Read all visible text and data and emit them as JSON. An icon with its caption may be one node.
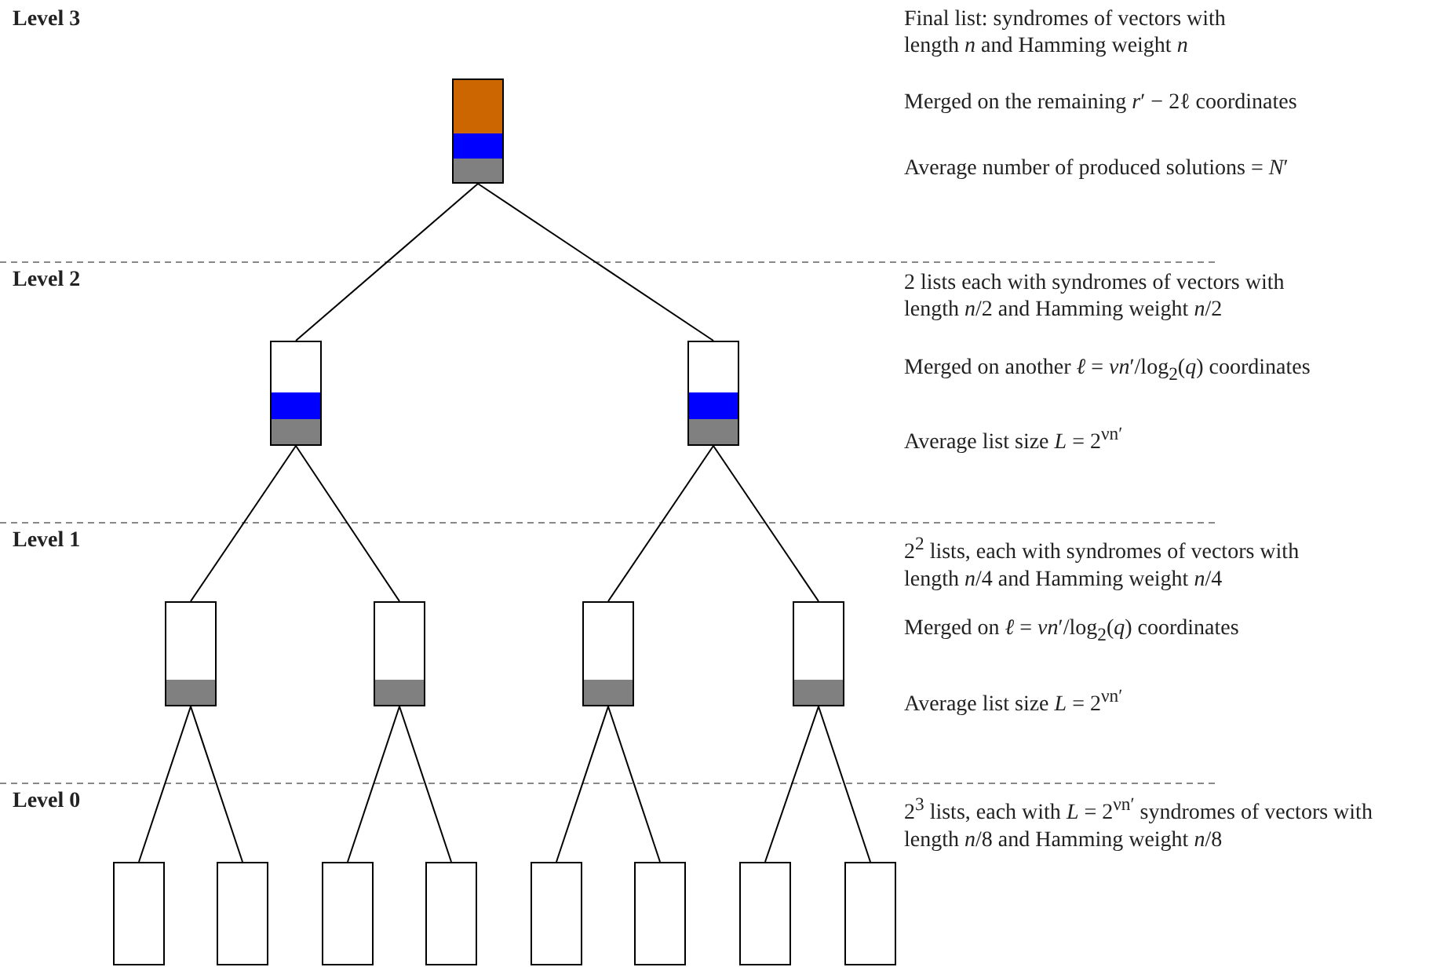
{
  "diagram": {
    "nodes": [
      {
        "text": [],
        "shape": "box"
      },
      {
        "text": [],
        "shape": "box"
      },
      {
        "text": [],
        "shape": "box"
      },
      {
        "text": [],
        "shape": "box"
      },
      {
        "text": [],
        "shape": "box"
      },
      {
        "text": [],
        "shape": "box"
      },
      {
        "text": [],
        "shape": "box"
      },
      {
        "text": [],
        "shape": "box"
      },
      {
        "text": [],
        "shape": "box"
      },
      {
        "text": [],
        "shape": "box"
      },
      {
        "text": [],
        "shape": "box"
      },
      {
        "text": [],
        "shape": "box"
      },
      {
        "text": [],
        "shape": "box"
      },
      {
        "text": [],
        "shape": "box"
      },
      {
        "text": [],
        "shape": "box"
      }
    ],
    "edges": [
      {
        "from": 0,
        "to": 1,
        "arrow": "none"
      },
      {
        "from": 0,
        "to": 2,
        "arrow": "none"
      },
      {
        "from": 1,
        "to": 3,
        "arrow": "none"
      },
      {
        "from": 1,
        "to": 4,
        "arrow": "none"
      },
      {
        "from": 2,
        "to": 5,
        "arrow": "none"
      },
      {
        "from": 2,
        "to": 6,
        "arrow": "none"
      },
      {
        "from": 3,
        "to": 7,
        "arrow": "none"
      },
      {
        "from": 3,
        "to": 8,
        "arrow": "none"
      },
      {
        "from": 4,
        "to": 9,
        "arrow": "none"
      },
      {
        "from": 4,
        "to": 10,
        "arrow": "none"
      },
      {
        "from": 5,
        "to": 11,
        "arrow": "none"
      },
      {
        "from": 5,
        "to": 12,
        "arrow": "none"
      },
      {
        "from": 6,
        "to": 13,
        "arrow": "none"
      },
      {
        "from": 6,
        "to": 14,
        "arrow": "none"
      }
    ],
    "labels": [
      "Level 3",
      "Final list: syndromes of vectors with length *n* and Hamming weight *n*",
      "Merged on the remaining *r*′ − 2ℓ coordinates",
      "Average number of produced solutions = *N*′",
      "Level 2",
      "2 lists each with syndromes of vectors with length *n*/2 and Hamming weight *n*/2",
      "Merged on another *ℓ* = *νn*′/log$_{2}$(*q*) coordinates",
      "Average list size *L* = 2$^{νn′}$",
      "Level 1",
      "2$^{2}$ lists, each with syndromes of vectors with length *n*/4 and Hamming weight *n*/4",
      "Merged on *ℓ* = *νn*′/log$_{2}$(*q*) coordinates",
      "Average list size *L* = 2$^{νn′}$",
      "Level 0",
      "2$^{3}$ lists, each with *L* = 2$^{νn′}$ syndromes of vectors with length *n*/8 and Hamming weight *n*/8"
    ]
  }
}
